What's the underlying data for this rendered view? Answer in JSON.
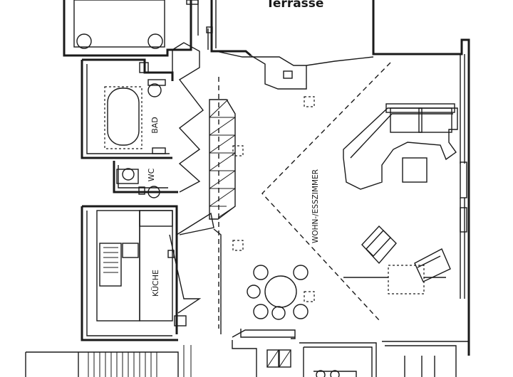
{
  "rooms": {
    "terrace": "Terrasse",
    "bath": "BAD",
    "wc": "WC",
    "kitchen": "KÜCHE",
    "living": "WOHN-/ESSZIMMER"
  }
}
